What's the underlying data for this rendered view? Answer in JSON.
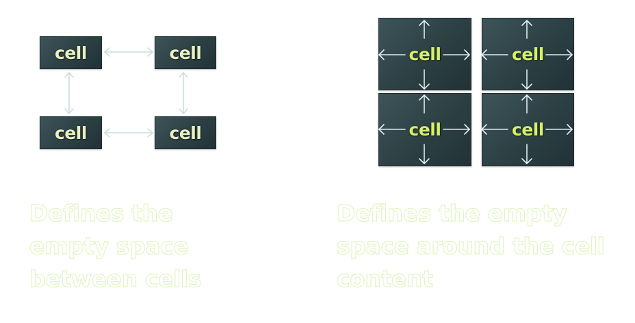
{
  "left_panel": {
    "cells": [
      "cell",
      "cell",
      "cell",
      "cell"
    ],
    "caption_lines": [
      "Defines the",
      "empty space",
      "between cells"
    ]
  },
  "right_panel": {
    "cells": [
      "cell",
      "cell",
      "cell",
      "cell"
    ],
    "caption_lines": [
      "Defines the empty",
      "space around the cell",
      "content"
    ]
  },
  "colors": {
    "cell_background": "#2c4044",
    "arrow_stroke": "#c9dde2",
    "caption_outline": "#e3f4c6",
    "right_cell_text": "#d6f26a"
  }
}
